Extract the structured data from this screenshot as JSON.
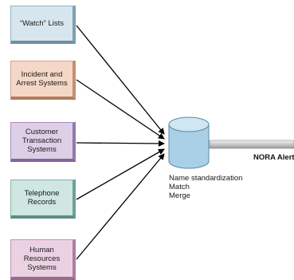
{
  "sources": [
    {
      "lines": [
        "“Watch” Lists"
      ]
    },
    {
      "lines": [
        "Incident and",
        "Arrest Systems"
      ]
    },
    {
      "lines": [
        "Customer",
        "Transaction",
        "Systems"
      ]
    },
    {
      "lines": [
        "Telephone",
        "Records"
      ]
    },
    {
      "lines": [
        "Human",
        "Resources",
        "Systems"
      ]
    }
  ],
  "process": {
    "lines": [
      "Name standardization",
      "Match",
      "Merge"
    ]
  },
  "output": {
    "label": "NORA Alert"
  },
  "colors": {
    "cylinder_fill": "#a9d0e6",
    "cylinder_stroke": "#5a8aa6",
    "arrow": "#000000"
  }
}
